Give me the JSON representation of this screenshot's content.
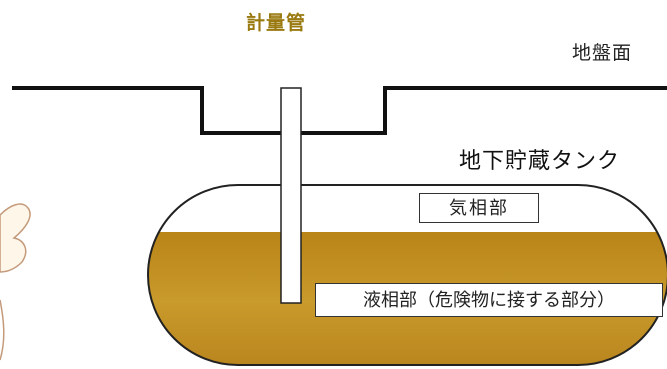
{
  "labels": {
    "gauge_pipe": "計量管",
    "ground_surface": "地盤面",
    "tank": "地下貯蔵タンク",
    "gas_phase": "気相部",
    "liquid_phase": "液相部（危険物に接する部分）"
  },
  "colors": {
    "liquid": "#c8961e",
    "liquid_dark": "#a8741a",
    "title_accent": "#9a7a10",
    "outline": "#222222"
  }
}
